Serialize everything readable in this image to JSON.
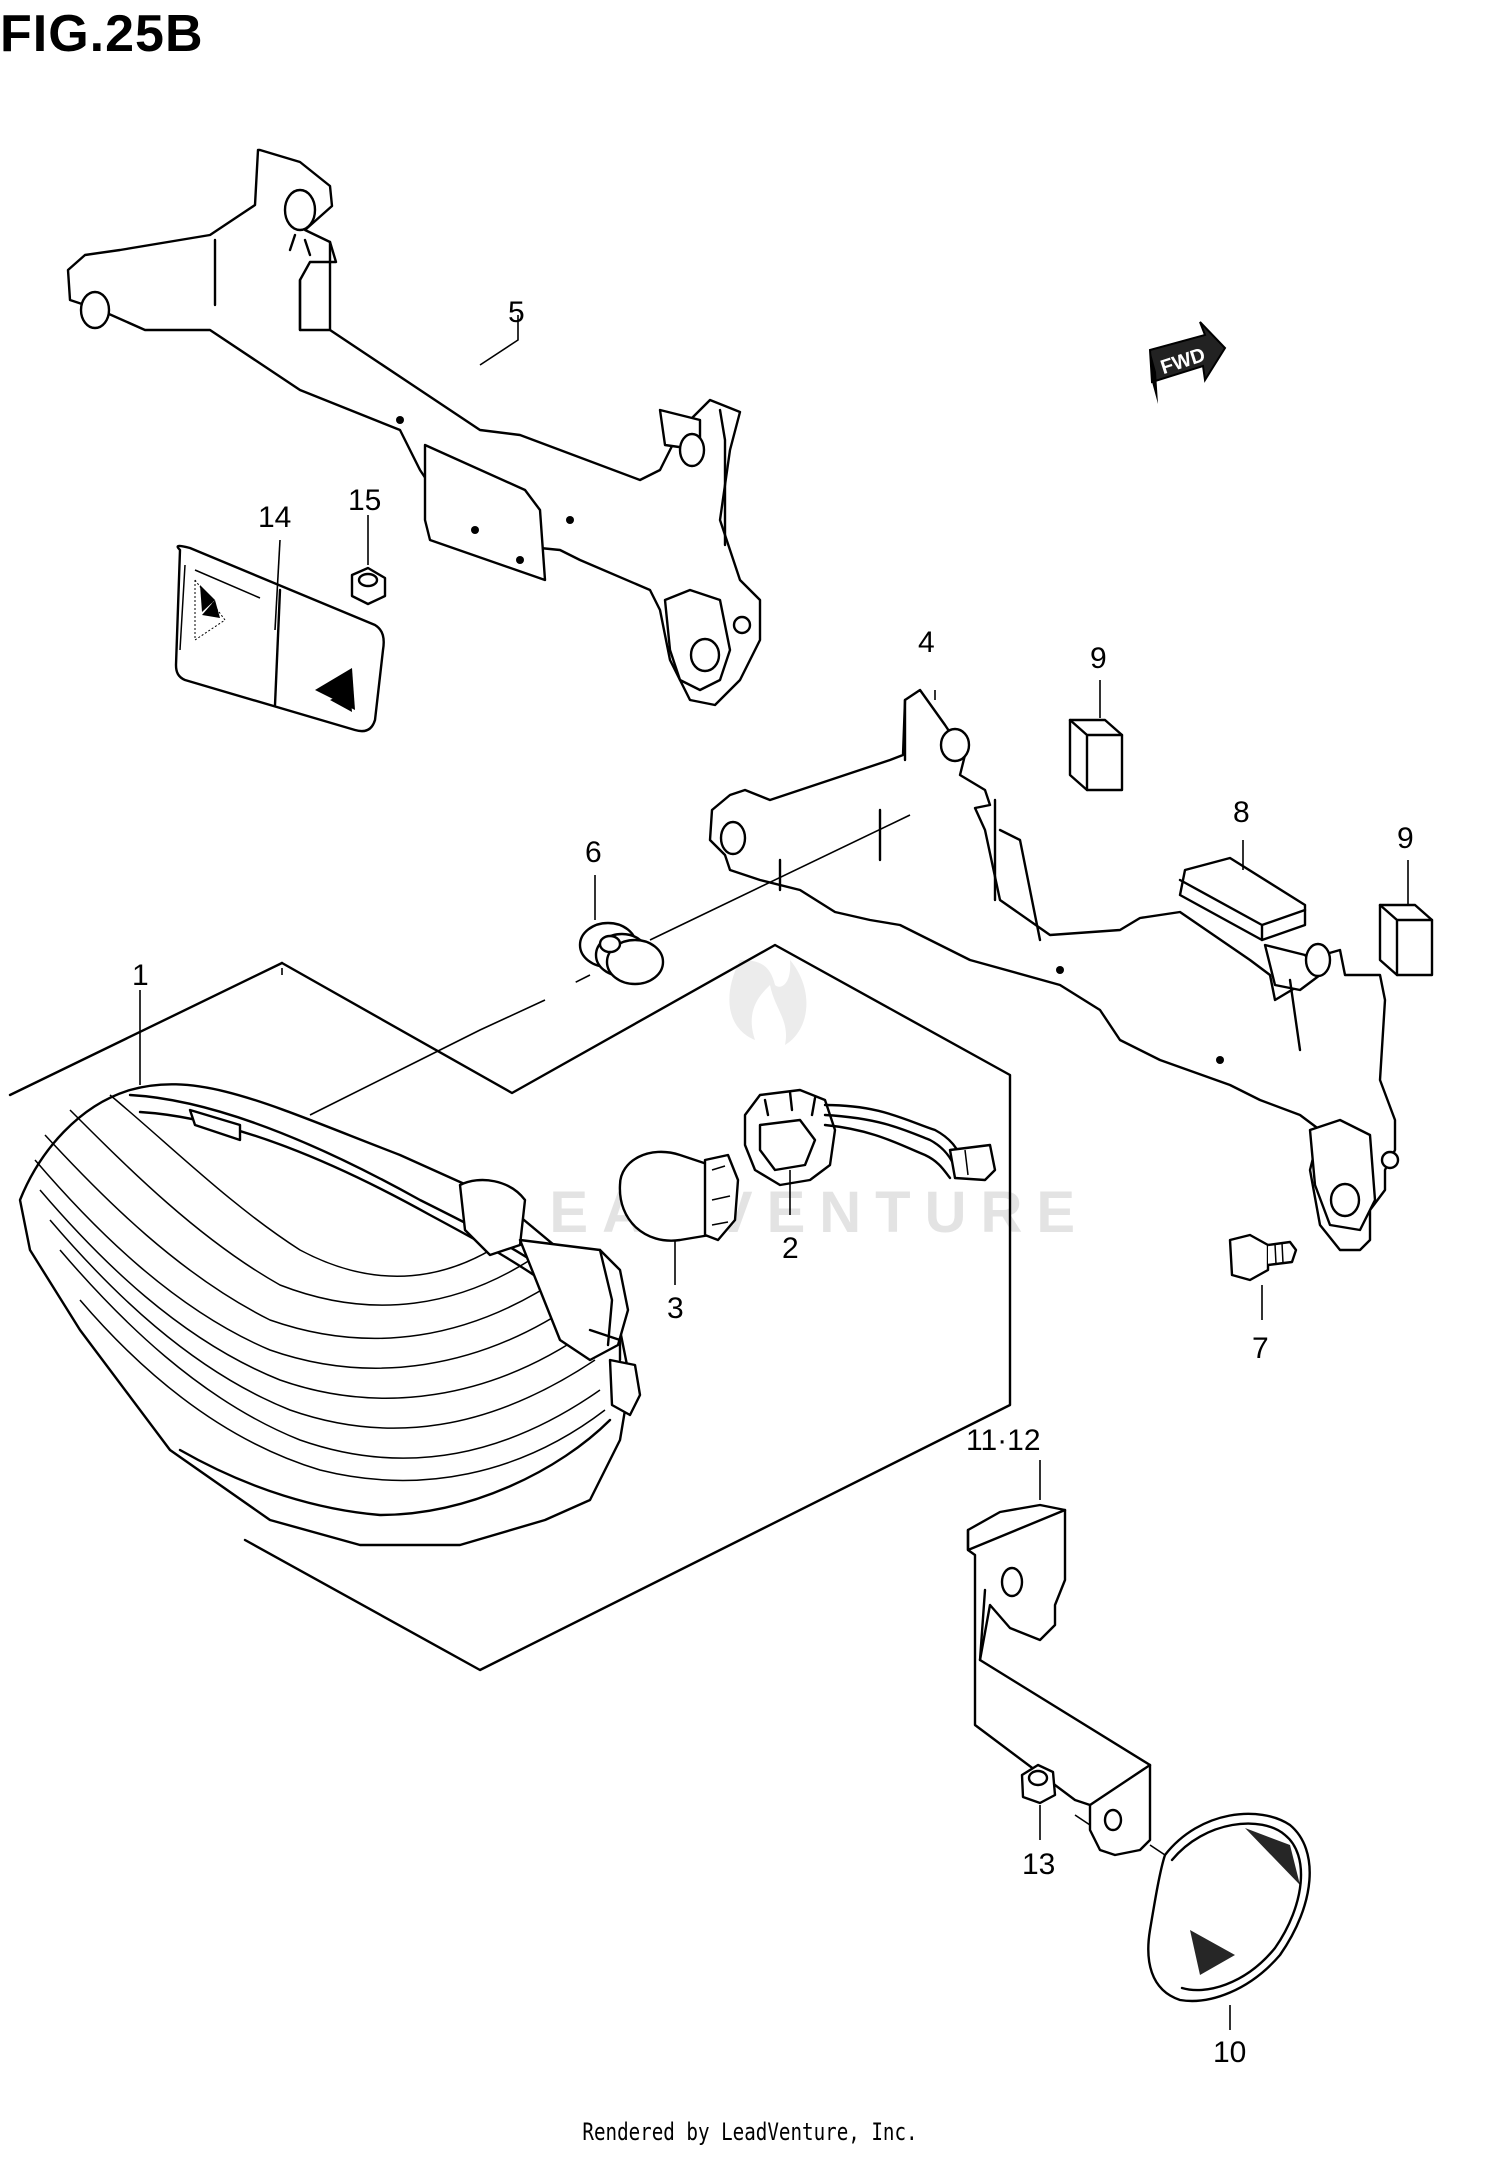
{
  "figure": {
    "title": "FIG.25B",
    "footer": "Rendered by LeadVenture, Inc.",
    "watermark": "LEADVENTURE",
    "fwd_label": "FWD"
  },
  "callouts": {
    "c1": "1",
    "c2": "2",
    "c3": "3",
    "c4": "4",
    "c5": "5",
    "c6": "6",
    "c7": "7",
    "c8": "8",
    "c9a": "9",
    "c9b": "9",
    "c10": "10",
    "c11_12": "11·12",
    "c13": "13",
    "c14": "14",
    "c15": "15"
  }
}
